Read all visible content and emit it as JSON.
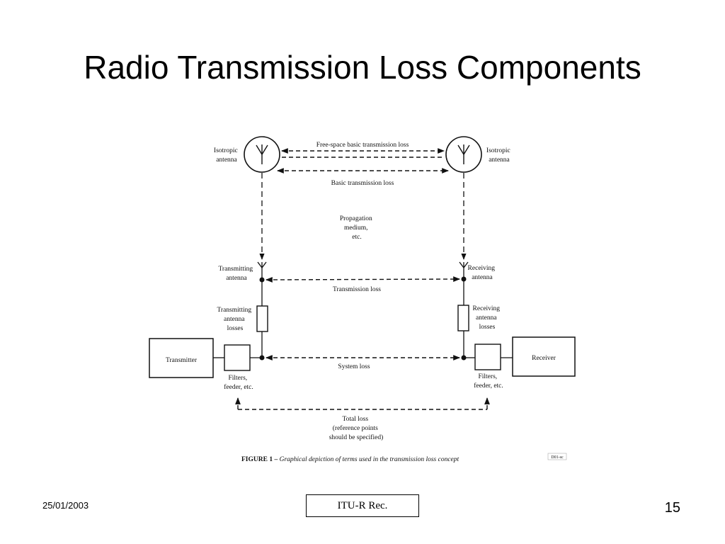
{
  "slide": {
    "title": "Radio Transmission Loss Components"
  },
  "diagram": {
    "labels": {
      "iso_left": [
        "Isotropic",
        "antenna"
      ],
      "iso_right": [
        "Isotropic",
        "antenna"
      ],
      "free_space": "Free-space basic transmission loss",
      "basic": "Basic transmission loss",
      "medium": [
        "Propagation",
        "medium,",
        "etc."
      ],
      "tx_antenna": [
        "Transmitting",
        "antenna"
      ],
      "rx_antenna": [
        "Receiving",
        "antenna"
      ],
      "transmission_loss": "Transmission loss",
      "tx_losses": [
        "Transmitting",
        "antenna",
        "losses"
      ],
      "rx_losses": [
        "Receiving",
        "antenna",
        "losses"
      ],
      "transmitter": "Transmitter",
      "receiver": "Receiver",
      "system_loss": "System loss",
      "filters_left": [
        "Filters,",
        "feeder, etc."
      ],
      "filters_right": [
        "Filters,",
        "feeder, etc."
      ],
      "total_loss": [
        "Total loss",
        "(reference points",
        "should be specified)"
      ],
      "caption_prefix": "FIGURE 1 – ",
      "caption_text": "Graphical depiction of terms used in the transmission loss concept",
      "code": "D01-sc"
    }
  },
  "footer": {
    "date": "25/01/2003",
    "source": "ITU-R Rec.",
    "page": "15"
  }
}
